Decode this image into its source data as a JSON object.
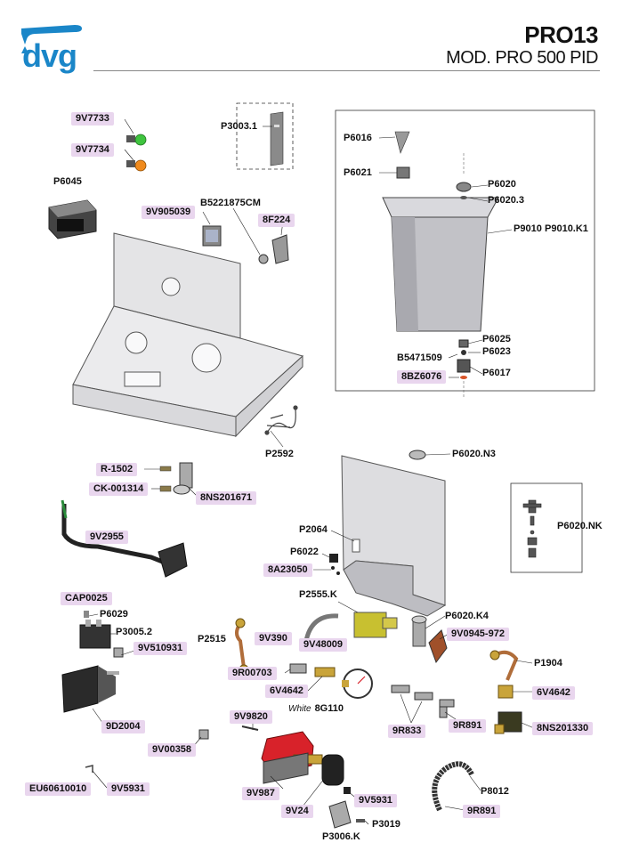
{
  "header": {
    "logo_text": "dvg",
    "title": "PRO13",
    "subtitle": "MOD. PRO 500 PID"
  },
  "parts": {
    "p9v7733": "9V7733",
    "p9v7734": "9V7734",
    "p30031": "P3003.1",
    "p6045": "P6045",
    "p9v905039": "9V905039",
    "b5221875cm": "B5221875CM",
    "p8f224": "8F224",
    "p6016": "P6016",
    "p6021": "P6021",
    "p6020": "P6020",
    "p60203": "P6020.3",
    "p9010": "P9010",
    "p9010k1": "P9010.K1",
    "p6025": "P6025",
    "b5471509": "B5471509",
    "p6023": "P6023",
    "p8bz6076": "8BZ6076",
    "p6017": "P6017",
    "p2592": "P2592",
    "r1502": "R-1502",
    "ck001314": "CK-001314",
    "p8ns201671": "8NS201671",
    "p6020n3": "P6020.N3",
    "p6020nk": "P6020.NK",
    "p9v2955": "9V2955",
    "p2064": "P2064",
    "p6022": "P6022",
    "p8a23050": "8A23050",
    "p2555k": "P2555.K",
    "cap0025": "CAP0025",
    "p6029": "P6029",
    "p30052": "P3005.2",
    "p9v510931": "9V510931",
    "p2515": "P2515",
    "p9v390": "9V390",
    "p9v48009": "9V48009",
    "p6020k4": "P6020.K4",
    "p9v0945972": "9V0945-972",
    "p1904": "P1904",
    "p9r00703": "9R00703",
    "p6v4642a": "6V4642",
    "p6v4642b": "6V4642",
    "white_note": "White",
    "p8g110": "8G110",
    "p9d2004": "9D2004",
    "p9v9820": "9V9820",
    "p9r833": "9R833",
    "p9r891a": "9R891",
    "p8ns201330": "8NS201330",
    "p9v00358": "9V00358",
    "eu60610010": "EU60610010",
    "p9v5931a": "9V5931",
    "p9v987": "9V987",
    "p9v24": "9V24",
    "p9v5931b": "9V5931",
    "p3019": "P3019",
    "p3006k": "P3006.K",
    "p8012": "P8012",
    "p9r891b": "9R891"
  },
  "colors": {
    "brand_blue": "#1a86c8",
    "label_highlight": "#e9d6ee",
    "lamp_green": "#3fc43f",
    "lamp_orange": "#f08a1c",
    "pump_red": "#d8222a",
    "brass": "#c9a43a"
  }
}
